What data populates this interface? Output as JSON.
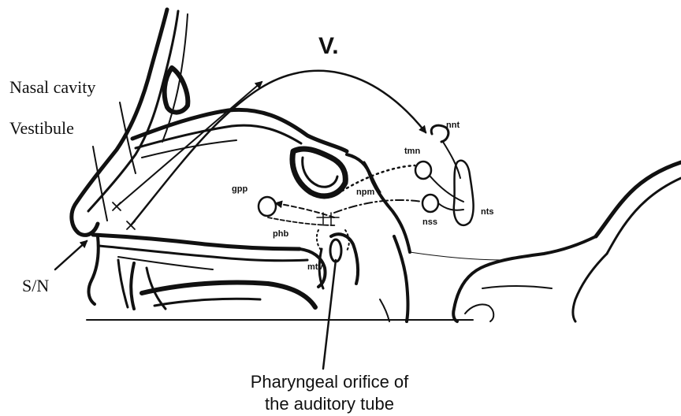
{
  "labels": {
    "nasal_cavity": "Nasal cavity",
    "vestibule": "Vestibule",
    "sn": "S/N",
    "v": "V.",
    "nnt": "nnt",
    "tmn": "tmn",
    "nts": "nts",
    "nss": "nss",
    "npm": "npm",
    "gpp": "gpp",
    "phb": "phb",
    "mtv": "mtv",
    "pharyngeal_line1": "Pharyngeal orifice of",
    "pharyngeal_line2": "the auditory tube"
  }
}
